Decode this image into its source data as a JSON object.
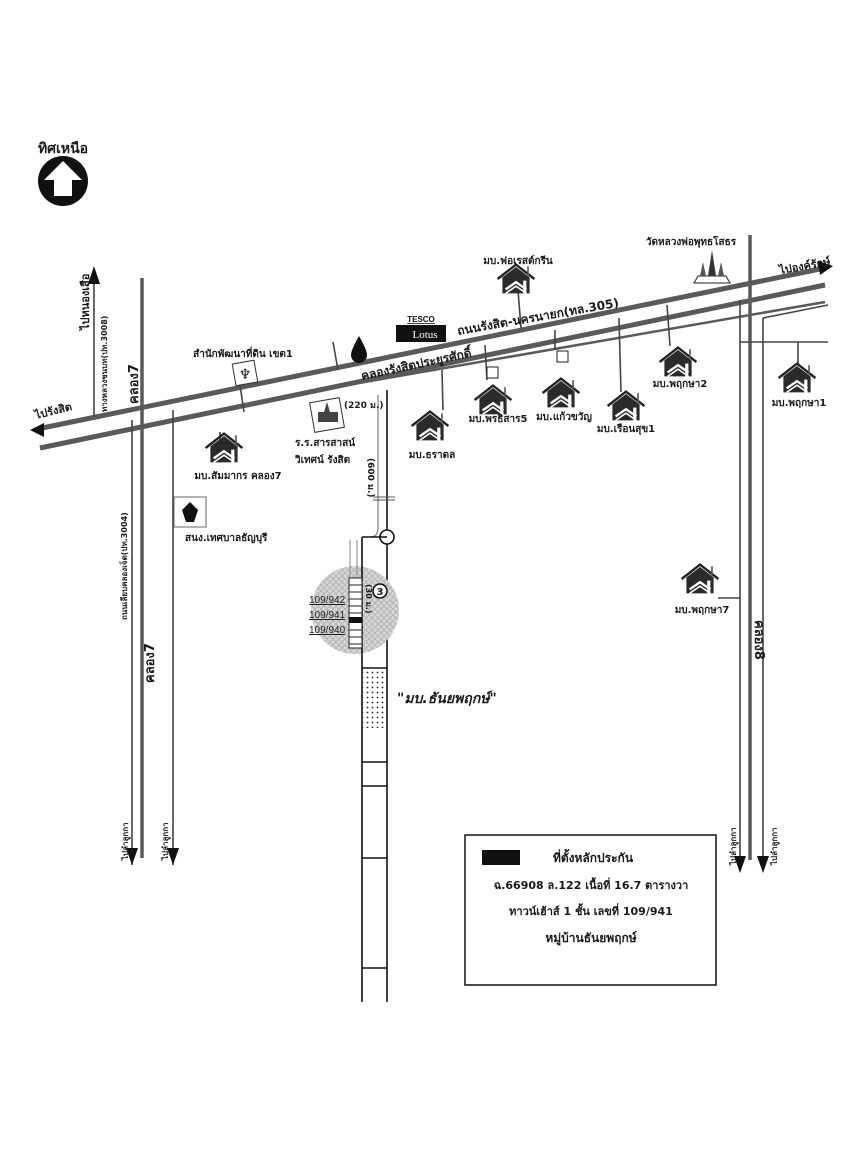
{
  "compass": {
    "label": "ทิศเหนือ",
    "icon": "north-arrow-icon"
  },
  "roads": {
    "main_road": "ถนนรังสิต-นครนายก(ทล.305)",
    "canal": "คลองรังสิตประยูรศักดิ์",
    "to_rangsit": "ไปรังสิต",
    "to_ongkharak": "ไปองค์รักษ์",
    "to_nongsua": "ไปหนองเสือ",
    "rural_road_3008": "ทางหลวงชนบท(ปท.3008)",
    "canal_side_road_3004": "ถนนเลียบคลองเจ็ด(ปท.3004)",
    "khlong7_top": "คลอง7",
    "khlong7_bottom": "คลอง7",
    "khlong8": "คลอง8",
    "to_lamlukka_1": "ไปลำลูกกา",
    "to_lamlukka_2": "ไปลำลูกกา",
    "to_lamlukka_3": "ไปลำลูกกา",
    "to_lamlukka_4": "ไปลำลูกกา",
    "dist_220": "(220 ม.)",
    "dist_600": "(600 ม.)",
    "dist_30": "(30 ม.)",
    "soi_number": "3"
  },
  "landmarks": {
    "land_dev_office": "สำนักพัฒนาที่ดิน เขต1",
    "school_line1": "ร.ร.สารสาสน์",
    "school_line2": "วิเทศน์ รังสิต",
    "tesco_top": "TESCO",
    "tesco_bottom": "Lotus",
    "temple": "วัดหลวงพ่อพุทธโสธร",
    "municipality": "สนง.เทศบาลธัญบุรี"
  },
  "villages": [
    {
      "name": "มบ.ฟอเรสต์กรีน"
    },
    {
      "name": "มบ.สัมมากร คลอง7"
    },
    {
      "name": "มบ.ธราดล"
    },
    {
      "name": "มบ.พรธิสาร5"
    },
    {
      "name": "มบ.แก้วขวัญ"
    },
    {
      "name": "มบ.เรือนสุข1"
    },
    {
      "name": "มบ.พฤกษา2"
    },
    {
      "name": "มบ.พฤกษา1"
    },
    {
      "name": "มบ.พฤกษา7"
    }
  ],
  "plots": {
    "p942": "109/942",
    "p941": "109/941",
    "p940": "109/940",
    "village_name": "\"มบ.ธันยพฤกษ์\""
  },
  "legend": {
    "title": "ที่ตั้งหลักประกัน",
    "line1": "ฉ.66908  ล.122  เนื้อที่ 16.7 ตารางวา",
    "line2": "ทาวน์เฮ้าส์ 1 ชั้น   เลขที่ 109/941",
    "line3": "หมู่บ้านธันยพฤกษ์",
    "swatch_color": "#111111"
  }
}
